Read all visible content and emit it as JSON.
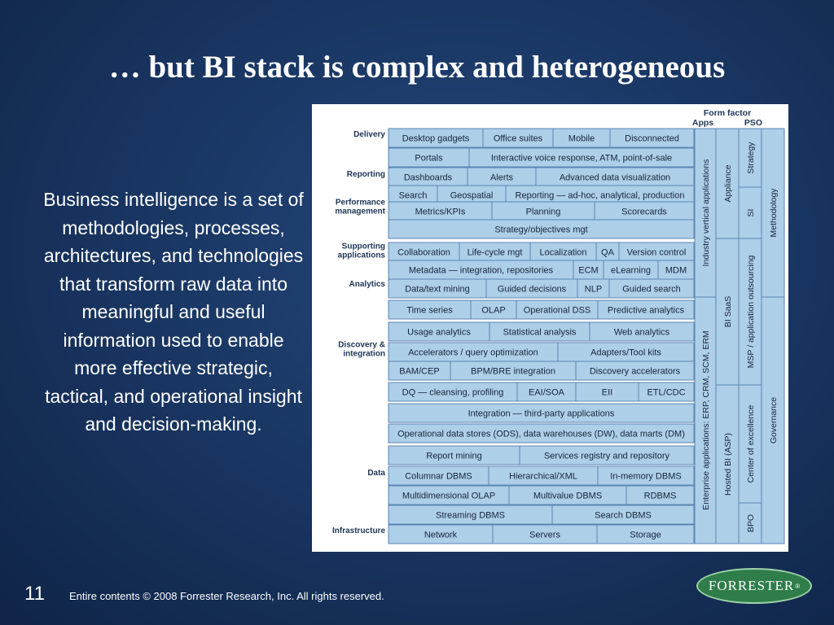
{
  "slide": {
    "title": "… but BI stack is complex and heterogeneous",
    "description": "Business intelligence is a set of methodologies, processes, architectures, and technologies that transform raw data into meaningful and useful information used to enable more effective strategic, tactical, and operational insight and decision-making.",
    "page_number": "11",
    "copyright": "Entire contents © 2008  Forrester Research, Inc. All rights reserved.",
    "logo": {
      "text": "FORRESTER",
      "registered": "®"
    }
  },
  "diagram": {
    "header": {
      "form_factor": "Form factor",
      "apps": "Apps",
      "pso": "PSO"
    },
    "layers": [
      {
        "name": "delivery",
        "label_lines": [
          "Delivery"
        ]
      },
      {
        "name": "reporting",
        "label_lines": [
          "Reporting"
        ]
      },
      {
        "name": "performance",
        "label_lines": [
          "Performance",
          "management"
        ]
      },
      {
        "name": "supporting",
        "label_lines": [
          "Supporting",
          "applications"
        ]
      },
      {
        "name": "analytics",
        "label_lines": [
          "Analytics"
        ]
      },
      {
        "name": "discovery",
        "label_lines": [
          "Discovery &",
          "integration"
        ]
      },
      {
        "name": "data",
        "label_lines": [
          "Data"
        ]
      },
      {
        "name": "infrastructure",
        "label_lines": [
          "Infrastructure"
        ]
      }
    ],
    "rows": [
      [
        "Desktop gadgets",
        "Office suites",
        "Mobile",
        "Disconnected"
      ],
      [
        "Portals",
        "Interactive voice response, ATM, point-of-sale"
      ],
      [
        "Dashboards",
        "Alerts",
        "Advanced data visualization"
      ],
      [
        "Search",
        "Geospatial",
        "Reporting — ad-hoc, analytical, production"
      ],
      [
        "Metrics/KPIs",
        "Planning",
        "Scorecards"
      ],
      [
        "Strategy/objectives mgt"
      ],
      [
        "Collaboration",
        "Life-cycle mgt",
        "Localization",
        "QA",
        "Version control"
      ],
      [
        "Metadata — integration, repositories",
        "ECM",
        "eLearning",
        "MDM"
      ],
      [
        "Data/text mining",
        "Guided decisions",
        "NLP",
        "Guided search"
      ],
      [
        "Time series",
        "OLAP",
        "Operational DSS",
        "Predictive analytics"
      ],
      [
        "Usage analytics",
        "Statistical analysis",
        "Web analytics"
      ],
      [
        "Accelerators / query optimization",
        "Adapters/Tool kits"
      ],
      [
        "BAM/CEP",
        "BPM/BRE integration",
        "Discovery accelerators"
      ],
      [
        "DQ — cleansing, profiling",
        "EAI/SOA",
        "EII",
        "ETL/CDC"
      ],
      [
        "Integration — third-party applications"
      ],
      [
        "Operational data stores (ODS), data warehouses (DW), data marts (DM)"
      ],
      [
        "Report mining",
        "Services registry and repository"
      ],
      [
        "Columnar DBMS",
        "Hierarchical/XML",
        "In-memory DBMS"
      ],
      [
        "Multidimensional OLAP",
        "Multivalue DBMS",
        "RDBMS"
      ],
      [
        "Streaming DBMS",
        "Search DBMS"
      ],
      [
        "Network",
        "Servers",
        "Storage"
      ]
    ],
    "vertical": {
      "apps": [
        "Industry vertical applications",
        "Enterprise applications: ERP, CRM, SCM, ERM"
      ],
      "form_factor": [
        "Appliance",
        "BI SaaS",
        "Hosted BI (ASP)"
      ],
      "pso_left": [
        "Strategy",
        "SI",
        "MSP / application outsourcing",
        "Center of excellence",
        "BPO"
      ],
      "pso_right": [
        "Methodology",
        "Governance"
      ]
    },
    "colors": {
      "cell_fill": "#aecfe8",
      "cell_stroke": "#5b86b4",
      "cell_text": "#15243d",
      "label_text": "#1e3556"
    }
  }
}
